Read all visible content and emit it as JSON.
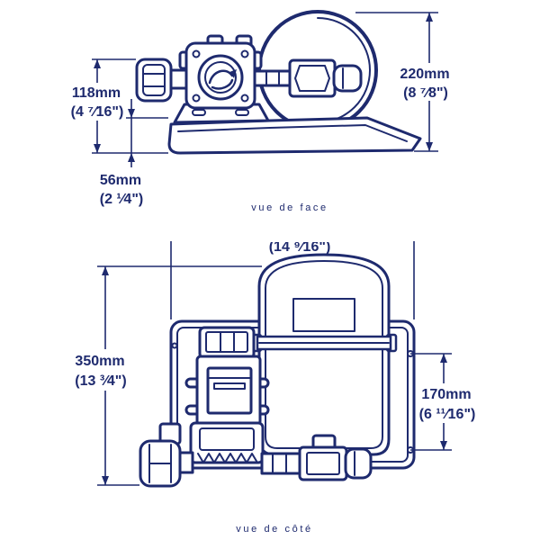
{
  "colors": {
    "line": "#1e2a6e",
    "background": "#ffffff"
  },
  "front_view": {
    "caption": "vue de face",
    "right_dimension": {
      "metric": "220mm",
      "imperial": "(8 ⁷⁄8\")"
    },
    "left_dimension": {
      "metric": "118mm",
      "imperial": "(4 ⁷⁄16\")"
    },
    "lower_dimension": {
      "metric": "56mm",
      "imperial": "(2 ¹⁄4\")"
    }
  },
  "side_view": {
    "caption": "vue de côté",
    "top_dimension": {
      "imperial": "(14 ⁹⁄16\")"
    },
    "left_dimension": {
      "metric": "350mm",
      "imperial": "(13 ³⁄4\")"
    },
    "right_dimension": {
      "metric": "170mm",
      "imperial": "(6 ¹¹⁄16\")"
    }
  }
}
